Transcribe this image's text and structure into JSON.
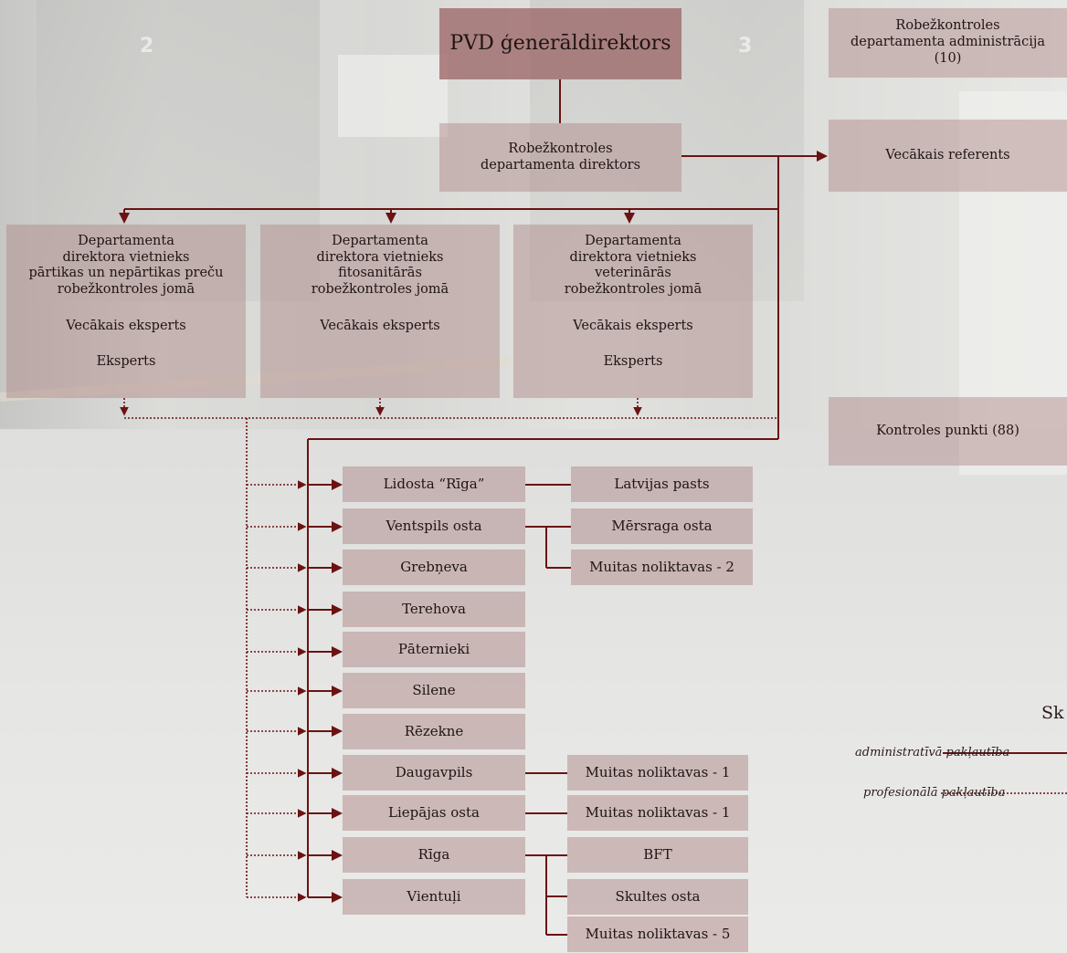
{
  "top": "PVD ģenerāldirektors",
  "admin_box": [
    "Robežkontroles",
    "departamenta administrācija",
    "(10)"
  ],
  "director": [
    "Robežkontroles",
    "departamenta direktors"
  ],
  "senior_referent": "Vecākais referents",
  "checkpoints": "Kontroles punkti (88)",
  "deputies": [
    {
      "lines": [
        "Departamenta",
        "direktora vietnieks",
        "pārtikas un nepārtikas preču",
        "robežkontroles jomā"
      ],
      "senior": "Vecākais eksperts",
      "expert": "Eksperts"
    },
    {
      "lines": [
        "Departamenta",
        "direktora vietnieks",
        "fitosanitārās",
        "robežkontroles jomā"
      ],
      "senior": "Vecākais eksperts",
      "expert": ""
    },
    {
      "lines": [
        "Departamenta",
        "direktora vietnieks",
        "veterinārās",
        "robežkontroles jomā"
      ],
      "senior": "Vecākais eksperts",
      "expert": "Eksperts"
    }
  ],
  "posts": [
    "Lidosta “Rīga”",
    "Ventspils osta",
    "Grebņeva",
    "Terehova",
    "Pāternieki",
    "Silene",
    "Rēzekne",
    "Daugavpils",
    "Liepājas osta",
    "Rīga",
    "Vientuļi"
  ],
  "subposts": {
    "lidosta": [
      "Latvijas pasts"
    ],
    "ventspils": [
      "Mērsraga osta",
      "Muitas noliktavas - 2"
    ],
    "daugavpils": [
      "Muitas noliktavas - 1"
    ],
    "liepaja": [
      "Muitas noliktavas - 1"
    ],
    "riga": [
      "BFT",
      "Skultes osta",
      "Muitas noliktavas - 5"
    ]
  },
  "legend": {
    "title": "Sk",
    "admin": "administratīvā pakļautība",
    "prof": "profesionālā pakļautība"
  },
  "colors": {
    "line": "#6b1212",
    "box": "#ac8686",
    "top_box": "#9e6a6a"
  }
}
